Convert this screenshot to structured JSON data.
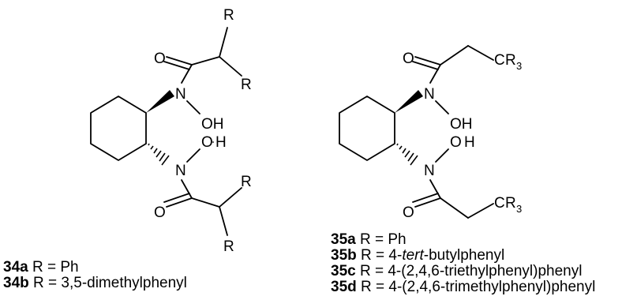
{
  "structure_34": {
    "atom_R": "R",
    "atom_O": "O",
    "atom_N": "N",
    "atom_OH": "OH",
    "atom_O_link": "O"
  },
  "structure_35": {
    "atom_C": "C",
    "atom_R": "R",
    "sub_3": "3",
    "atom_O": "O",
    "atom_N": "N",
    "atom_OH": "OH",
    "atom_O_link": "O"
  },
  "captions_34": [
    {
      "id": "34a",
      "text": " R = Ph"
    },
    {
      "id": "34b",
      "text": " R = 3,5-dimethylphenyl"
    }
  ],
  "captions_35": [
    {
      "id": "35a",
      "text": " R = Ph"
    },
    {
      "id": "35b",
      "text": " R = 4-",
      "italic": "tert",
      "after": "-butylphenyl"
    },
    {
      "id": "35c",
      "text": " R = 4-(2,4,6-triethylphenyl)phenyl"
    },
    {
      "id": "35d",
      "text": " R = 4-(2,4,6-trimethylphenyl)phenyl"
    }
  ]
}
